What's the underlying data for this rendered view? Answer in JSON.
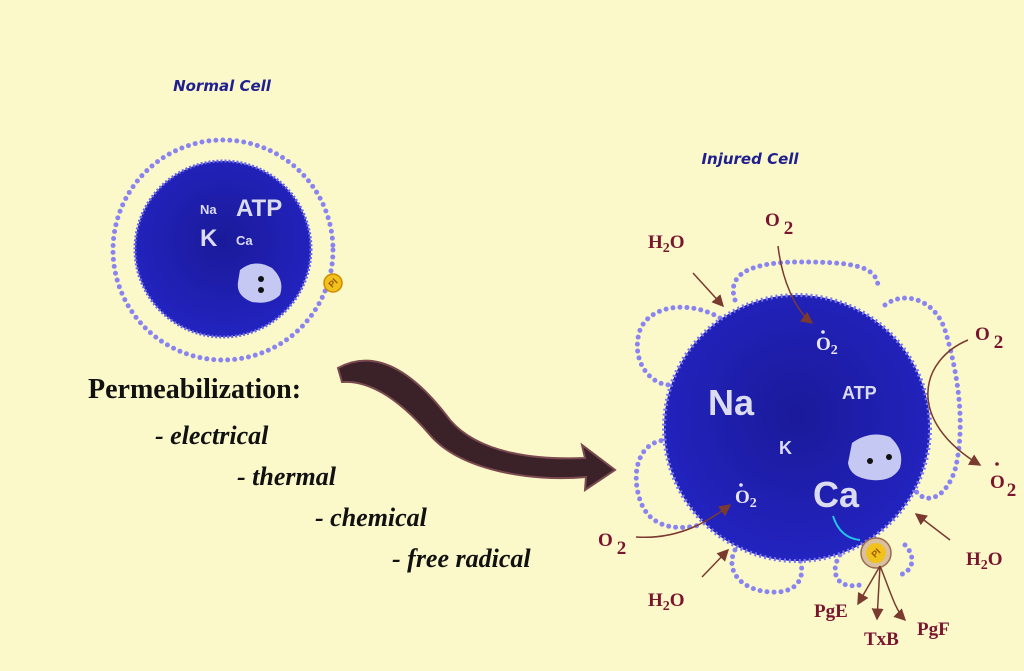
{
  "normal_cell": {
    "title": "Normal Cell",
    "ions": {
      "na": "Na",
      "atp": "ATP",
      "k": "K",
      "ca": "Ca"
    },
    "pi": "PI"
  },
  "injured_cell": {
    "title": "Injured Cell",
    "ions": {
      "na": "Na",
      "atp": "ATP",
      "k": "K",
      "ca": "Ca"
    },
    "pi": "PI",
    "water": {
      "base": "H",
      "sub": "2",
      "tail": "O"
    },
    "oxygen": {
      "base": "O",
      "sub": "2"
    },
    "products": [
      "PgE",
      "TxB",
      "PgF"
    ]
  },
  "permeabilization": {
    "heading": "Permeabilization:",
    "causes": [
      "- electrical",
      "- thermal",
      "- chemical",
      "- free radical"
    ]
  },
  "colors": {
    "background": "#fbf9c9",
    "cell": "#1f1fb0",
    "membrane": "#8a84f0",
    "label": "#7a1530"
  }
}
